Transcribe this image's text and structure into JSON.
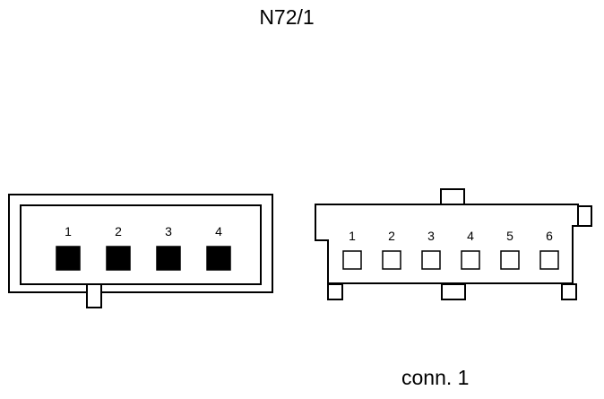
{
  "diagram": {
    "title": "N72/1",
    "caption": "conn. 1",
    "line_color": "#000000",
    "fill_color": "#ffffff",
    "left_connector": {
      "pins": [
        {
          "label": "1",
          "filled": true
        },
        {
          "label": "2",
          "filled": true
        },
        {
          "label": "3",
          "filled": true
        },
        {
          "label": "4",
          "filled": true
        }
      ]
    },
    "right_connector": {
      "pins": [
        {
          "label": "1",
          "filled": false
        },
        {
          "label": "2",
          "filled": false
        },
        {
          "label": "3",
          "filled": false
        },
        {
          "label": "4",
          "filled": false
        },
        {
          "label": "5",
          "filled": false
        },
        {
          "label": "6",
          "filled": false
        }
      ]
    }
  }
}
